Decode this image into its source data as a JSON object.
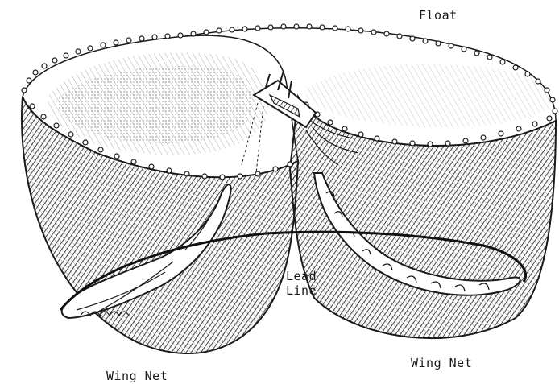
{
  "labels": {
    "float": "Float",
    "lead_line": "Lead\nLine",
    "wing_net_left": "Wing Net",
    "wing_net_right": "Wing Net"
  },
  "colors": {
    "ink": "#1a1a1a",
    "paper": "#ffffff"
  }
}
